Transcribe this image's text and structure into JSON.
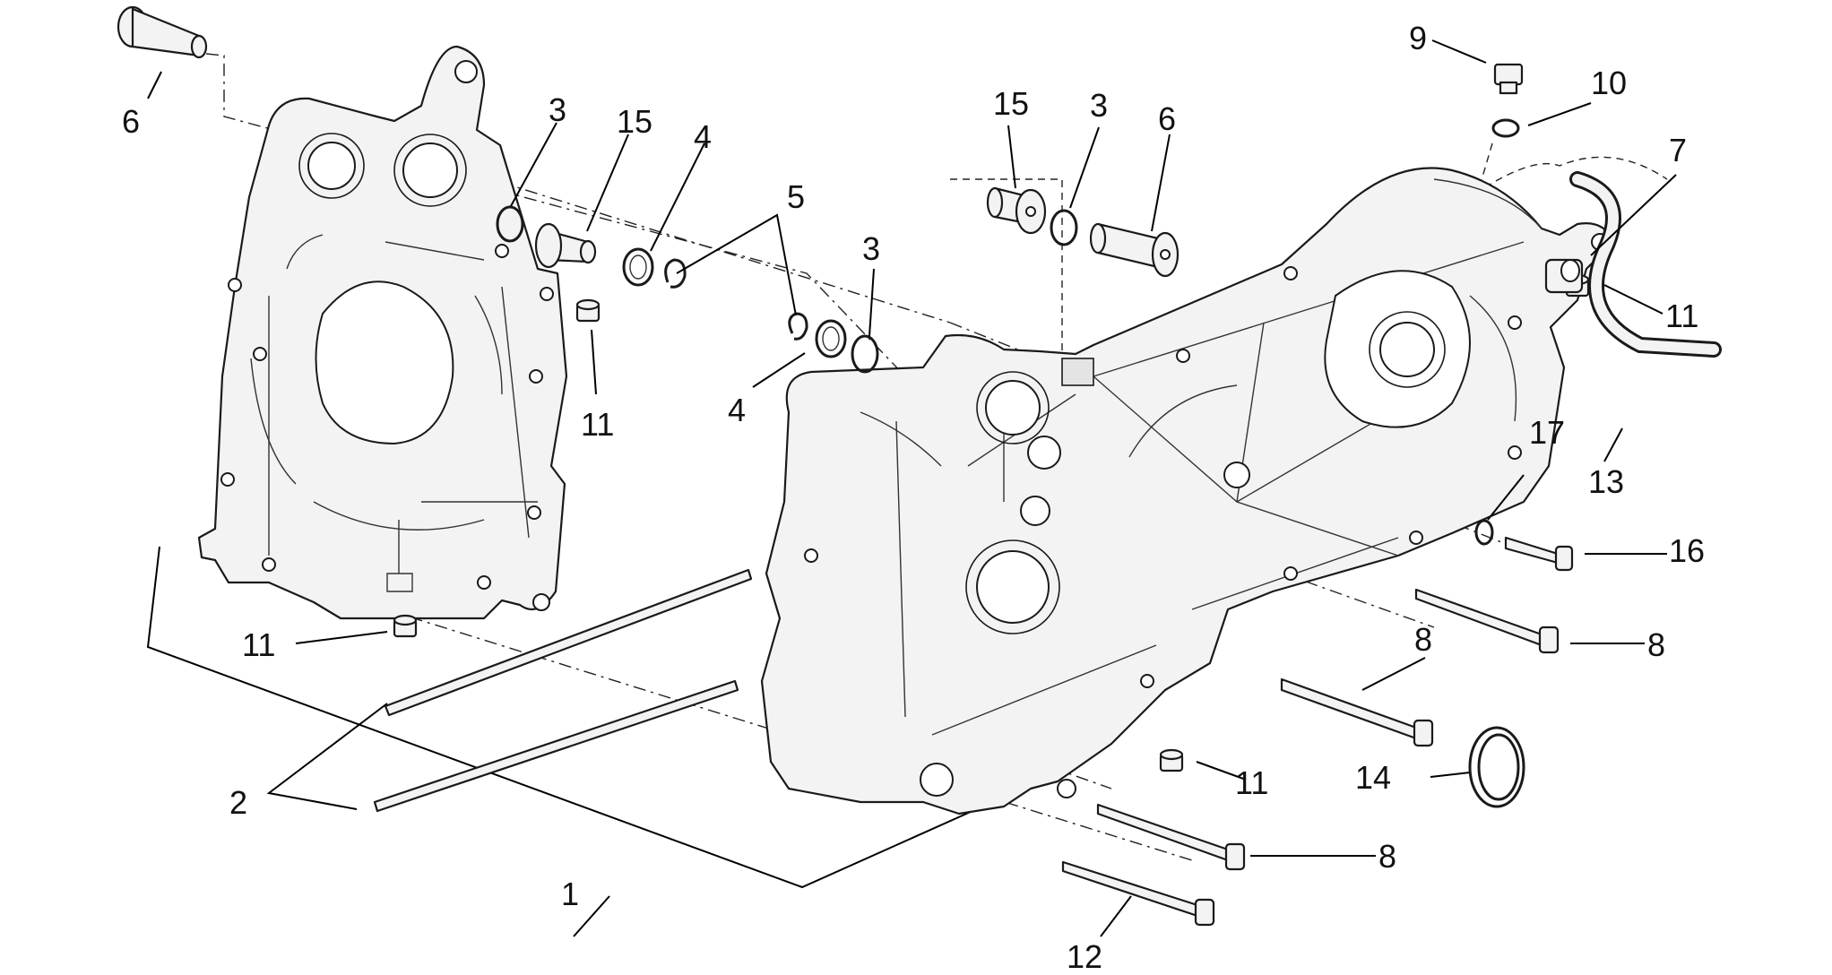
{
  "diagram": {
    "callouts": {
      "c1": "1",
      "c2": "2",
      "c3a": "3",
      "c3b": "3",
      "c3c": "3",
      "c4a": "4",
      "c4b": "4",
      "c5": "5",
      "c6a": "6",
      "c6b": "6",
      "c7": "7",
      "c8a": "8",
      "c8b": "8",
      "c8c": "8",
      "c9": "9",
      "c10": "10",
      "c11a": "11",
      "c11b": "11",
      "c11c": "11",
      "c11d": "11",
      "c12": "12",
      "c13": "13",
      "c14": "14",
      "c15a": "15",
      "c15b": "15",
      "c16": "16",
      "c17": "17"
    }
  }
}
